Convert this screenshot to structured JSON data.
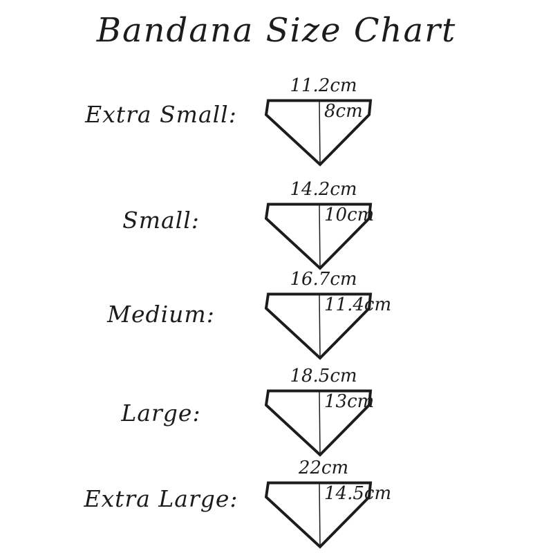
{
  "title": "Bandana Size Chart",
  "colors": {
    "ink": "#1c1c1c",
    "background": "#ffffff"
  },
  "chart": {
    "sizes": [
      {
        "label": "Extra Small:",
        "width": "11.2cm",
        "height": "8cm"
      },
      {
        "label": "Small:",
        "width": "14.2cm",
        "height": "10cm"
      },
      {
        "label": "Medium:",
        "width": "16.7cm",
        "height": "11.4cm"
      },
      {
        "label": "Large:",
        "width": "18.5cm",
        "height": "13cm"
      },
      {
        "label": "Extra Large:",
        "width": "22cm",
        "height": "14.5cm"
      }
    ]
  }
}
